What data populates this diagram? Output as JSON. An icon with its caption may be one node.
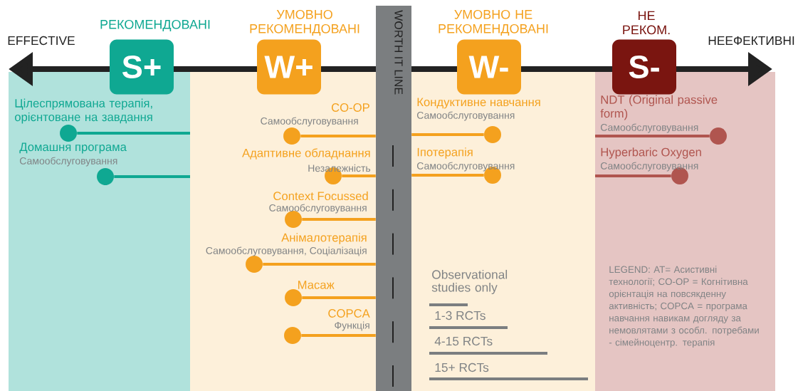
{
  "diagram": {
    "nodes": [
      {
        "text": [
          "РЕКОМЕНДОВАНІ",
          "S+"
        ]
      },
      {
        "text": [
          "УМОВНО РЕКОМЕНДОВАНІ",
          "W+"
        ]
      },
      {
        "text": [
          "УМОВНО НЕ РЕКОМЕНДОВАНІ",
          "W-"
        ]
      },
      {
        "text": [
          "НЕ РЕКОМ.",
          "S-"
        ]
      },
      {
        "text": [
          "WORTH IT LINE"
        ]
      },
      {
        "text": [],
        "shape": "circle",
        "beside": [
          "Цілеспрямована терапія, орієнтоване на завдання"
        ]
      },
      {
        "text": [],
        "shape": "circle",
        "beside": [
          "Домашня програма",
          "Самообслуговування"
        ]
      },
      {
        "text": [],
        "shape": "circle",
        "beside": [
          "CO-OP",
          "Самообслуговування"
        ]
      },
      {
        "text": [],
        "shape": "circle",
        "beside": [
          "Адаптивне обладнання",
          "Незалежність"
        ]
      },
      {
        "text": [],
        "shape": "circle",
        "beside": [
          "Context Focussed",
          "Самообслуговування"
        ]
      },
      {
        "text": [],
        "shape": "circle",
        "beside": [
          "Анімалотерапія",
          "Самообслуговування, Соціалізація"
        ]
      },
      {
        "text": [],
        "shape": "circle",
        "beside": [
          "Масаж"
        ]
      },
      {
        "text": [],
        "shape": "circle",
        "beside": [
          "COPCA",
          "Функція"
        ]
      },
      {
        "text": [],
        "shape": "circle",
        "beside": [
          "Кондуктивне навчання",
          "Самообслуговування"
        ]
      },
      {
        "text": [],
        "shape": "circle",
        "beside": [
          "Іпотерапія",
          "Самообслуговування"
        ]
      },
      {
        "text": [],
        "shape": "circle",
        "beside": [
          "NDT (Original passive form)",
          "Самообслуговування"
        ]
      },
      {
        "text": [],
        "shape": "circle",
        "beside": [
          "Hyperbaric Oxygen",
          "Самообслуговування"
        ]
      }
    ],
    "edges": [
      {
        "from": 5,
        "to": null,
        "arrow": "none",
        "color": "#0fa892"
      },
      {
        "from": 6,
        "to": null,
        "arrow": "none",
        "color": "#0fa892"
      },
      {
        "from": 7,
        "to": 4,
        "arrow": "none"
      },
      {
        "from": 8,
        "to": 4,
        "arrow": "none"
      },
      {
        "from": 9,
        "to": 4,
        "arrow": "none"
      },
      {
        "from": 10,
        "to": 4,
        "arrow": "none"
      },
      {
        "from": 11,
        "to": 4,
        "arrow": "none"
      },
      {
        "from": 12,
        "to": 4,
        "arrow": "none"
      },
      {
        "from": 13,
        "to": 4,
        "arrow": "none"
      },
      {
        "from": 14,
        "to": 4,
        "arrow": "none"
      },
      {
        "from": 15,
        "to": null,
        "arrow": "none",
        "color": "#b0554f"
      },
      {
        "from": 16,
        "to": null,
        "arrow": "none",
        "color": "#b0554f"
      }
    ],
    "labels": [
      "EFFECTIVE",
      "НЕЕФЕКТИВНІ",
      "LEGEND: AT= Асистивні технології; CO-OP = Когнітивна орієнтація на повсякденну активність; COPCA = програма навчання навикам догляду за немовлятами  з особл. потребами - сімейноцентр. терапія"
    ],
    "legend": [
      {
        "text": "Observational studies only"
      },
      {
        "text": "1-3 RCTs"
      },
      {
        "text": "4-15 RCTs"
      },
      {
        "text": "15+ RCTs"
      }
    ]
  }
}
